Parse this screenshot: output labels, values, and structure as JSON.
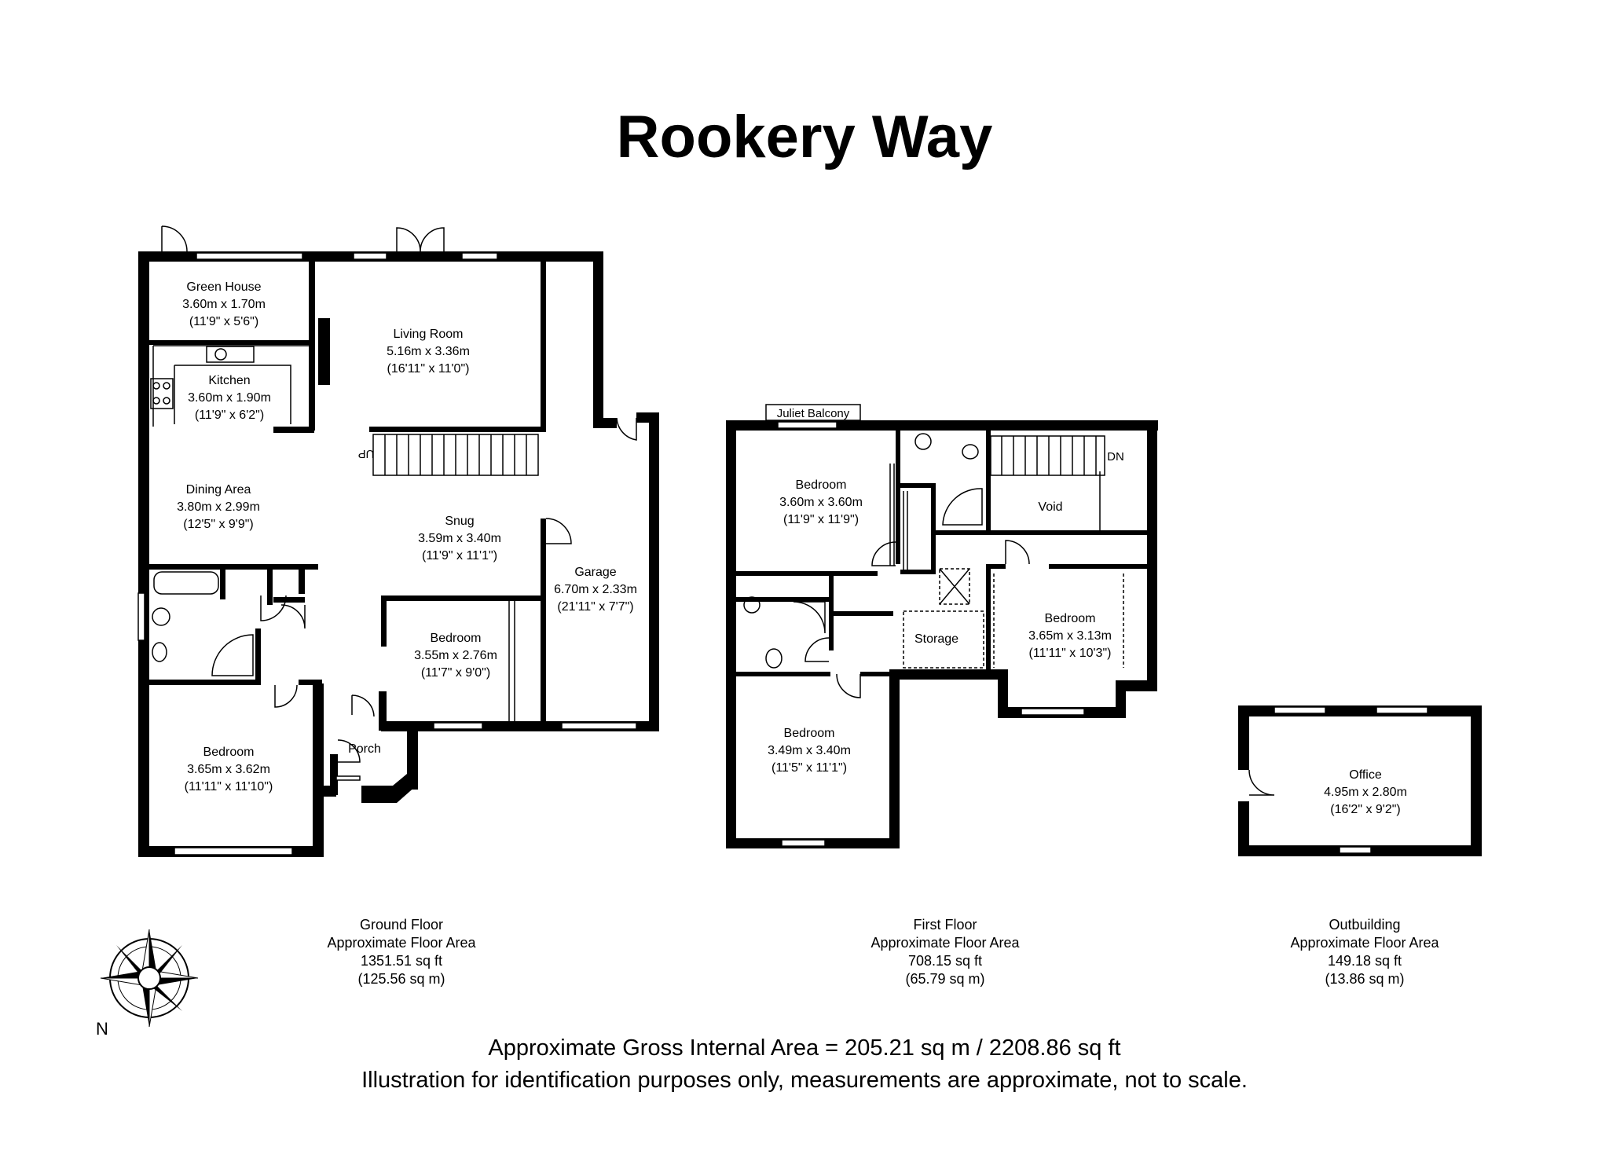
{
  "title": "Rookery Way",
  "rooms": {
    "green_house": {
      "name": "Green House",
      "metric": "3.60m x 1.70m",
      "imperial": "(11'9\" x 5'6\")"
    },
    "kitchen": {
      "name": "Kitchen",
      "metric": "3.60m x 1.90m",
      "imperial": "(11'9\" x 6'2\")"
    },
    "living_room": {
      "name": "Living Room",
      "metric": "5.16m x 3.36m",
      "imperial": "(16'11\" x 11'0\")"
    },
    "dining_area": {
      "name": "Dining Area",
      "metric": "3.80m x 2.99m",
      "imperial": "(12'5\" x 9'9\")"
    },
    "snug": {
      "name": "Snug",
      "metric": "3.59m x 3.40m",
      "imperial": "(11'9\" x 11'1\")"
    },
    "garage": {
      "name": "Garage",
      "metric": "6.70m x 2.33m",
      "imperial": "(21'11\" x 7'7\")"
    },
    "gf_bedroom_small": {
      "name": "Bedroom",
      "metric": "3.55m x 2.76m",
      "imperial": "(11'7\" x 9'0\")"
    },
    "gf_bedroom_large": {
      "name": "Bedroom",
      "metric": "3.65m x 3.62m",
      "imperial": "(11'11\" x 11'10\")"
    },
    "porch": {
      "name": "Porch"
    },
    "ff_bedroom_1": {
      "name": "Bedroom",
      "metric": "3.60m x 3.60m",
      "imperial": "(11'9\" x 11'9\")"
    },
    "void": {
      "name": "Void"
    },
    "storage": {
      "name": "Storage"
    },
    "ff_bedroom_2": {
      "name": "Bedroom",
      "metric": "3.65m x 3.13m",
      "imperial": "(11'11\" x 10'3\")"
    },
    "ff_bedroom_3": {
      "name": "Bedroom",
      "metric": "3.49m x 3.40m",
      "imperial": "(11'5\" x 11'1\")"
    },
    "office": {
      "name": "Office",
      "metric": "4.95m x 2.80m",
      "imperial": "(16'2\" x 9'2\")"
    }
  },
  "stairs": {
    "up": "UP",
    "down": "DN"
  },
  "juliet_balcony": "Juliet Balcony",
  "floors": {
    "ground": {
      "name": "Ground Floor",
      "label": "Approximate Floor Area",
      "sq_ft": "1351.51 sq ft",
      "sq_m": "(125.56 sq m)"
    },
    "first": {
      "name": "First Floor",
      "label": "Approximate Floor Area",
      "sq_ft": "708.15 sq ft",
      "sq_m": "(65.79 sq m)"
    },
    "outbuilding": {
      "name": "Outbuilding",
      "label": "Approximate Floor Area",
      "sq_ft": "149.18 sq ft",
      "sq_m": "(13.86 sq m)"
    }
  },
  "gross_area": "Approximate Gross Internal Area = 205.21 sq m / 2208.86 sq ft",
  "disclaimer": "Illustration for identification purposes only, measurements are approximate, not to scale.",
  "north_label": "N",
  "colors": {
    "wall": "#000000",
    "background": "#ffffff",
    "fixture": "#555555"
  }
}
